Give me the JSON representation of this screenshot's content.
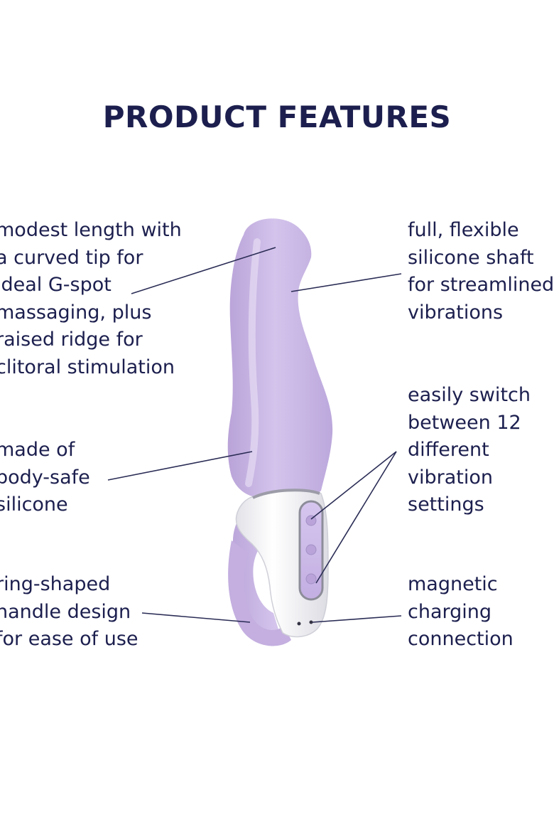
{
  "title": "PRODUCT FEATURES",
  "features": {
    "tip": [
      "modest length with",
      "a curved tip for",
      "ideal G-spot",
      "massaging, plus",
      "raised ridge for",
      "clitoral stimulation"
    ],
    "body": [
      "made of",
      "body-safe",
      "silicone"
    ],
    "ring": [
      "ring-shaped",
      "handle design",
      "for ease of use"
    ],
    "shaft": [
      "full, flexible",
      "silicone shaft",
      "for streamlined",
      "vibrations"
    ],
    "switch": [
      "easily switch",
      "between 12",
      "different",
      "vibration",
      "settings"
    ],
    "charge": [
      "magnetic",
      "charging",
      "connection"
    ]
  },
  "colors": {
    "text": "#1c1f4e",
    "silicone": "#c9b6e4",
    "handle": "#f4f4f6",
    "background": "#ffffff"
  }
}
